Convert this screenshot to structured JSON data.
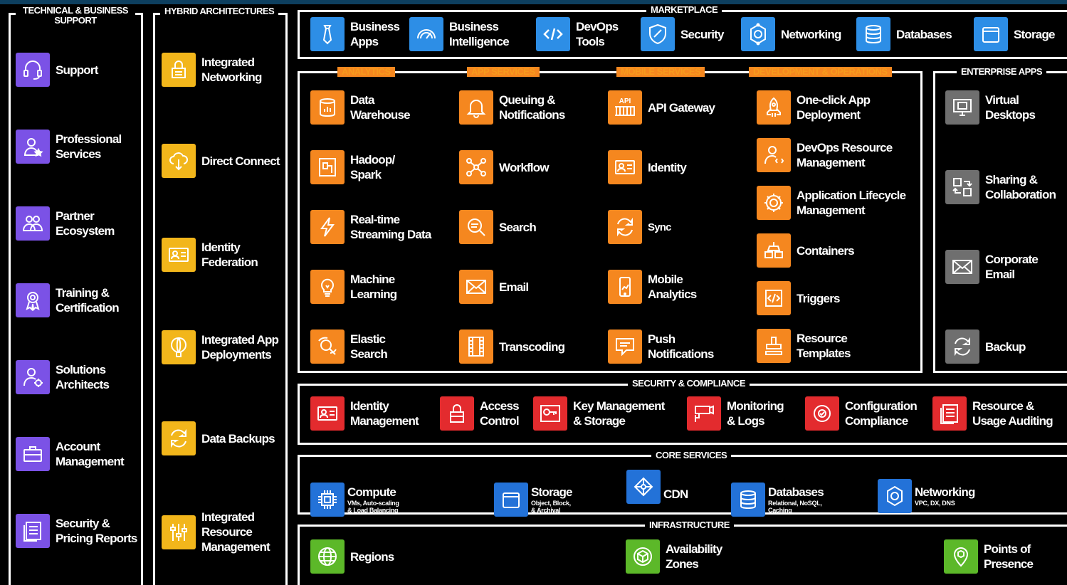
{
  "colors": {
    "support": "#7b52e6",
    "hybrid": "#f2b61b",
    "marketplace": "#2d8ee6",
    "platform": "#f5871f",
    "enterprise": "#6f6f6f",
    "security": "#e32b2e",
    "core": "#2372d8",
    "infrastructure": "#5cb829",
    "section_heading_orange": "#f59a1d"
  },
  "support": {
    "title": "TECHNICAL & BUSINESS\nSUPPORT",
    "items": [
      {
        "label": "Support",
        "icon": "headset-icon"
      },
      {
        "label": "Professional\nServices",
        "icon": "person-star-icon"
      },
      {
        "label": "Partner\nEcosystem",
        "icon": "people-group-icon"
      },
      {
        "label": "Training &\nCertification",
        "icon": "ribbon-award-icon"
      },
      {
        "label": "Solutions\nArchitects",
        "icon": "person-gear-icon"
      },
      {
        "label": "Account\nManagement",
        "icon": "briefcase-icon"
      },
      {
        "label": "Security &\nPricing Reports",
        "icon": "report-document-icon"
      }
    ]
  },
  "hybrid": {
    "title": "HYBRID ARCHITECTURES",
    "items": [
      {
        "label": "Integrated\nNetworking",
        "icon": "lock-network-icon"
      },
      {
        "label": "Direct Connect",
        "icon": "cloud-connect-icon"
      },
      {
        "label": "Identity\nFederation",
        "icon": "id-card-icon"
      },
      {
        "label": "Integrated App\nDeployments",
        "icon": "balloon-icon"
      },
      {
        "label": "Data Backups",
        "icon": "sync-backup-icon"
      },
      {
        "label": "Integrated\nResource\nManagement",
        "icon": "sliders-icon"
      }
    ]
  },
  "marketplace": {
    "title": "MARKETPLACE",
    "items": [
      {
        "label": "Business\nApps",
        "icon": "tie-icon"
      },
      {
        "label": "Business\nIntelligence",
        "icon": "gauge-icon"
      },
      {
        "label": "DevOps\nTools",
        "icon": "code-brackets-icon"
      },
      {
        "label": "Security",
        "icon": "shield-icon"
      },
      {
        "label": "Networking",
        "icon": "network-hub-icon"
      },
      {
        "label": "Databases",
        "icon": "database-icon"
      },
      {
        "label": "Storage",
        "icon": "storage-box-icon"
      }
    ]
  },
  "platform": {
    "analytics": {
      "title": "ANALYTICS",
      "items": [
        {
          "label": "Data\nWarehouse",
          "icon": "data-warehouse-icon"
        },
        {
          "label": "Hadoop/\nSpark",
          "icon": "hadoop-icon"
        },
        {
          "label": "Real-time\nStreaming Data",
          "icon": "lightning-icon"
        },
        {
          "label": "Machine\nLearning",
          "icon": "lightbulb-icon"
        },
        {
          "label": "Elastic\nSearch",
          "icon": "magnifier-arrows-icon"
        }
      ]
    },
    "app_services": {
      "title": "APP SERVICES",
      "items": [
        {
          "label": "Queuing &\nNotifications",
          "icon": "bell-icon"
        },
        {
          "label": "Workflow",
          "icon": "workflow-nodes-icon"
        },
        {
          "label": "Search",
          "icon": "search-icon"
        },
        {
          "label": "Email",
          "icon": "envelope-icon"
        },
        {
          "label": "Transcoding",
          "icon": "film-strip-icon"
        }
      ]
    },
    "mobile_services": {
      "title": "MOBILE SERVICES",
      "items": [
        {
          "label": "API Gateway",
          "icon": "api-gateway-icon",
          "tile_text": "API"
        },
        {
          "label": "Identity",
          "icon": "id-card-icon"
        },
        {
          "label": "Sync",
          "icon": "sync-icon"
        },
        {
          "label": "Mobile\nAnalytics",
          "icon": "mobile-analytics-icon"
        },
        {
          "label": "Push\nNotifications",
          "icon": "push-message-icon"
        }
      ]
    },
    "devops": {
      "title": "DEVELOPMENT & OPERATIONS",
      "items": [
        {
          "label": "One-click App\nDeployment",
          "icon": "rocket-icon"
        },
        {
          "label": "DevOps Resource\nManagement",
          "icon": "person-code-icon"
        },
        {
          "label": "Application Lifecycle\nManagement",
          "icon": "lifecycle-cycle-icon"
        },
        {
          "label": "Containers",
          "icon": "containers-icon"
        },
        {
          "label": "Triggers",
          "icon": "code-trigger-icon"
        },
        {
          "label": "Resource\nTemplates",
          "icon": "stamp-template-icon"
        }
      ]
    }
  },
  "enterprise": {
    "title": "ENTERPRISE APPS",
    "items": [
      {
        "label": "Virtual\nDesktops",
        "icon": "monitor-icon"
      },
      {
        "label": "Sharing &\nCollaboration",
        "icon": "share-arrows-icon"
      },
      {
        "label": "Corporate\nEmail",
        "icon": "envelope-icon"
      },
      {
        "label": "Backup",
        "icon": "sync-backup-icon"
      }
    ]
  },
  "security": {
    "title": "SECURITY & COMPLIANCE",
    "items": [
      {
        "label": "Identity\nManagement",
        "icon": "id-card-icon"
      },
      {
        "label": "Access\nControl",
        "icon": "lock-icon"
      },
      {
        "label": "Key Management\n& Storage",
        "icon": "key-icon"
      },
      {
        "label": "Monitoring\n& Logs",
        "icon": "camera-monitor-icon"
      },
      {
        "label": "Configuration\nCompliance",
        "icon": "compliance-gear-icon"
      },
      {
        "label": "Resource &\nUsage Auditing",
        "icon": "audit-document-icon"
      }
    ]
  },
  "core": {
    "title": "CORE SERVICES",
    "items": [
      {
        "label": "Compute",
        "sub": "VMs, Auto-scaling\n& Load Balancing",
        "icon": "chip-icon"
      },
      {
        "label": "Storage",
        "sub": "Object, Block,\n& Archival",
        "icon": "storage-box-icon"
      },
      {
        "label": "CDN",
        "sub": "",
        "icon": "cdn-nodes-icon"
      },
      {
        "label": "Databases",
        "sub": "Relational, NoSQL,\nCaching",
        "icon": "database-icon"
      },
      {
        "label": "Networking",
        "sub": "VPC, DX, DNS",
        "icon": "network-hub-icon"
      }
    ]
  },
  "infrastructure": {
    "title": "INFRASTRUCTURE",
    "items": [
      {
        "label": "Regions",
        "icon": "globe-icon"
      },
      {
        "label": "Availability\nZones",
        "icon": "zone-cube-icon"
      },
      {
        "label": "Points of\nPresence",
        "icon": "map-pin-icon"
      }
    ]
  }
}
